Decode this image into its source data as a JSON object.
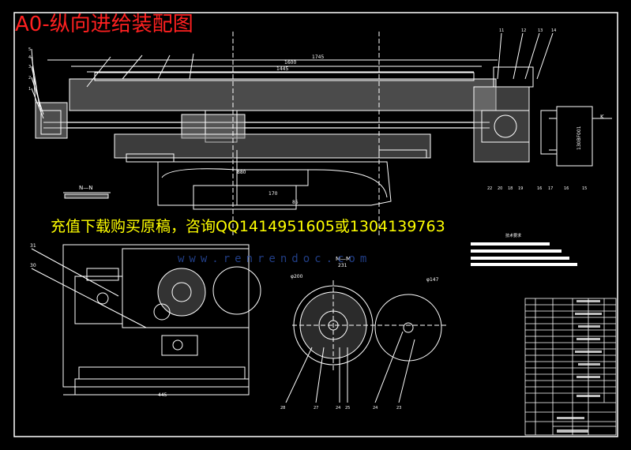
{
  "title": "A0-纵向进给装配图",
  "advert": "充值下载购买原稿，咨询QQ1414951605或1304139763",
  "watermark": "www.renrendoc.com",
  "dimensions": {
    "overall_length": "1745",
    "inner_length": "1600",
    "mid_length": "1445",
    "base_width": "880",
    "rail_width": "170",
    "small_dim": "85",
    "width_445": "445",
    "angle_231": "231",
    "dia_200": "φ200",
    "dia_147": "φ147",
    "motor_model": "130BF001"
  },
  "section_labels": {
    "nn": "N—N",
    "mm": "M—M",
    "k": "K"
  },
  "tech_requirements_title": "技术要求",
  "part_numbers_top_left": [
    "5",
    "4",
    "3",
    "2",
    "1"
  ],
  "part_numbers_top_right": [
    "11",
    "12",
    "13",
    "14"
  ],
  "part_numbers_bottom_right": [
    "22",
    "20",
    "18",
    "19",
    "16",
    "17",
    "16",
    "15"
  ],
  "part_numbers_gear": [
    "28",
    "27",
    "24",
    "25",
    "24",
    "23"
  ],
  "part_numbers_left_view": [
    "31",
    "30"
  ],
  "colors": {
    "background": "#000000",
    "line": "#ffffff",
    "title": "#ff2020",
    "advert": "#ffff00",
    "watermark": "#2a4ea8"
  }
}
